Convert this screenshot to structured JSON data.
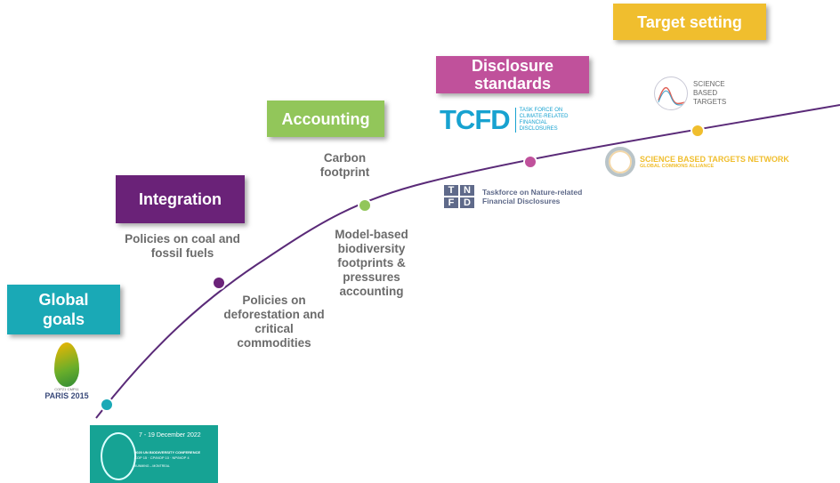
{
  "stages": [
    {
      "label": "Global goals",
      "color": "#1aa9b6"
    },
    {
      "label": "Integration",
      "color": "#6a2278"
    },
    {
      "label": "Accounting",
      "color": "#92c65a"
    },
    {
      "label": "Disclosure standards",
      "color": "#c0519b"
    },
    {
      "label": "Target setting",
      "color": "#f0be2e"
    }
  ],
  "items": {
    "coal": "Policies on coal and fossil fuels",
    "deforestation": "Policies on deforestation and critical commodities",
    "carbon": "Carbon footprint",
    "biodiversity": "Model-based biodiversity footprints & pressures accounting"
  },
  "logos": {
    "paris": {
      "title": "PARIS 2015",
      "sub": "COP21·CMP11"
    },
    "cop15": {
      "date": "7 - 19 December 2022",
      "title": "2020 UN BIODIVERSITY CONFERENCE",
      "sub": "COP 15 · CP/MOP 10 · NP/MOP 4",
      "place": "KUNMING – MONTREAL"
    },
    "tcfd": {
      "mark": "TCFD",
      "text": "TASK FORCE ON CLIMATE-RELATED FINANCIAL DISCLOSURES"
    },
    "tnfd": {
      "letters": [
        "T",
        "N",
        "F",
        "D"
      ],
      "text1": "Taskforce on Nature-related",
      "text2": "Financial Disclosures"
    },
    "sbt": {
      "l1": "SCIENCE",
      "l2": "BASED",
      "l3": "TARGETS"
    },
    "sbtn": {
      "title": "SCIENCE BASED TARGETS NETWORK",
      "sub": "GLOBAL COMMONS ALLIANCE"
    }
  },
  "colors": {
    "curve": "#5a2a78"
  }
}
